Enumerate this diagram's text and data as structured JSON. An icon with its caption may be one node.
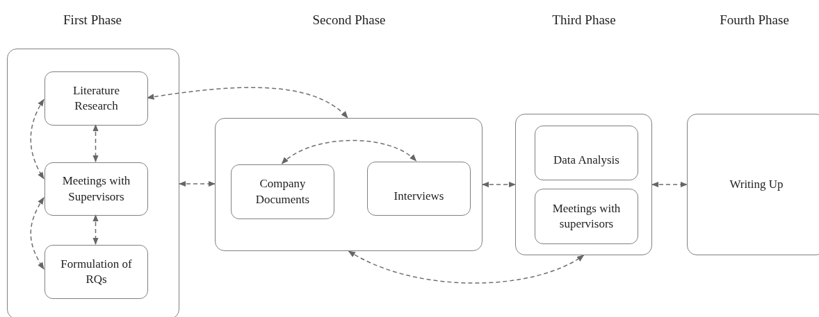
{
  "diagram": {
    "nodes": [
      {
        "text": [],
        "shape": "box"
      },
      {
        "text": [
          "Literature Research"
        ],
        "in": 0
      },
      {
        "text": [
          "Meetings with Supervisors"
        ],
        "in": 0
      },
      {
        "text": [
          "Formulation of RQs"
        ],
        "in": 0
      },
      {
        "text": [],
        "shape": "box"
      },
      {
        "text": [
          "Company Documents"
        ],
        "in": 4
      },
      {
        "text": [
          "Interviews"
        ],
        "in": 4
      },
      {
        "text": [],
        "shape": "box"
      },
      {
        "text": [
          "Data Analysis"
        ],
        "in": 7
      },
      {
        "text": [
          "Meetings with supervisors"
        ],
        "in": 7
      },
      {
        "text": [
          "Writing Up"
        ]
      }
    ],
    "edges": [
      {
        "from": 1,
        "to": 4,
        "arrow": "both",
        "style": "dashed"
      },
      {
        "from": 1,
        "to": 2,
        "arrow": "both",
        "style": "dashed"
      },
      {
        "from": 2,
        "to": 3,
        "arrow": "both",
        "style": "dashed"
      },
      {
        "from": 1,
        "to": 2,
        "arrow": "both",
        "style": "dashed"
      },
      {
        "from": 2,
        "to": 3,
        "arrow": "both",
        "style": "dashed"
      },
      {
        "from": 0,
        "to": 4,
        "arrow": "both",
        "style": "dashed"
      },
      {
        "from": 5,
        "to": 6,
        "arrow": "both",
        "style": "dashed"
      },
      {
        "from": 4,
        "to": 7,
        "arrow": "both",
        "style": "dashed"
      },
      {
        "from": 7,
        "to": 10,
        "arrow": "both",
        "style": "dashed"
      },
      {
        "from": 4,
        "to": 7,
        "arrow": "both",
        "style": "dashed"
      }
    ],
    "labels": [
      "First Phase",
      "Second Phase",
      "Third Phase",
      "Fourth Phase"
    ]
  }
}
